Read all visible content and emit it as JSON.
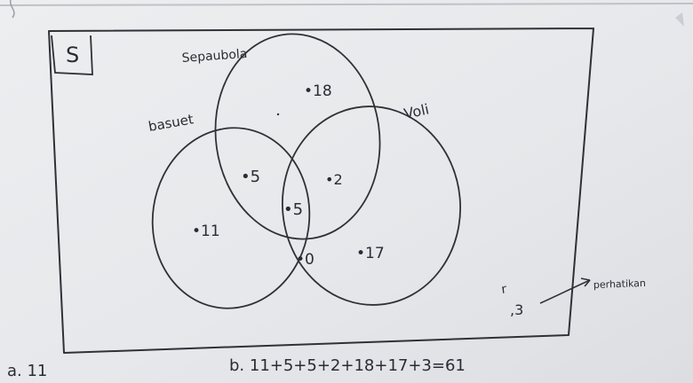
{
  "diagram": {
    "universe_label": "S",
    "sets": {
      "sepakbola": "Sepaubola",
      "basket": "basuet",
      "voli": "Voli"
    },
    "regions": {
      "sepakbola_only": "•18",
      "basket_sepakbola": "•5",
      "sepakbola_voli": "•2",
      "all_three": "•5",
      "basket_only": "•11",
      "basket_voli": "•0",
      "voli_only": "•17",
      "outside_value": ",3",
      "outside_tick": "r"
    },
    "outside_note": "perhatikan"
  },
  "answers": {
    "a": "a. 11",
    "b": "b. 11+5+5+2+18+17+3=61"
  }
}
